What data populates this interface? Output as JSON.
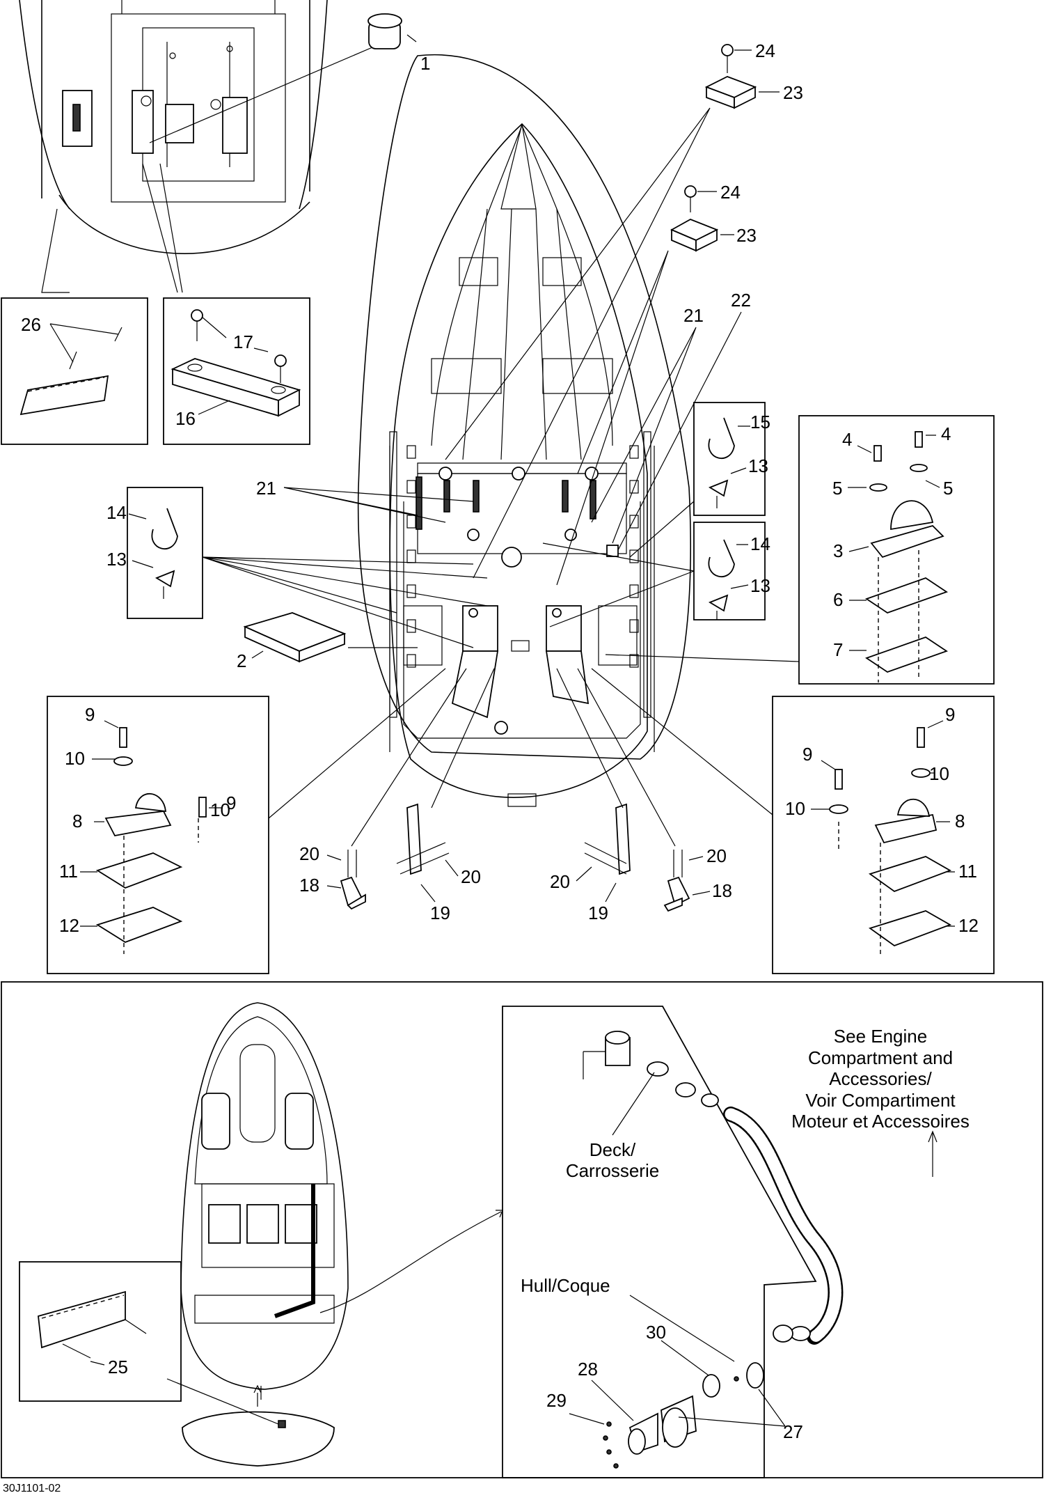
{
  "drawing_id": "30J1101-02",
  "callouts": {
    "c1": "1",
    "c2": "2",
    "c3": "3",
    "c4a": "4",
    "c4b": "4",
    "c5a": "5",
    "c5b": "5",
    "c6": "6",
    "c7": "7",
    "c8a": "8",
    "c8b": "8",
    "c9a": "9",
    "c9b": "9",
    "c9c": "9",
    "c9d": "9",
    "c10a": "10",
    "c10b": "10",
    "c10c": "10",
    "c10d": "10",
    "c11a": "11",
    "c11b": "11",
    "c12a": "12",
    "c12b": "12",
    "c13a": "13",
    "c13b": "13",
    "c13c": "13",
    "c14a": "14",
    "c14b": "14",
    "c15": "15",
    "c16": "16",
    "c17": "17",
    "c18a": "18",
    "c18b": "18",
    "c19a": "19",
    "c19b": "19",
    "c20a": "20",
    "c20b": "20",
    "c20c": "20",
    "c20d": "20",
    "c21a": "21",
    "c21b": "21",
    "c22": "22",
    "c23a": "23",
    "c23b": "23",
    "c24a": "24",
    "c24b": "24",
    "c25": "25",
    "c26": "26",
    "c27": "27",
    "c28": "28",
    "c29": "29",
    "c30": "30"
  },
  "labels": {
    "see_engine_1": "See Engine",
    "see_engine_2": "Compartment and",
    "see_engine_3": "Accessories/",
    "see_engine_4": "Voir Compartiment",
    "see_engine_5": "Moteur et Accessoires",
    "deck_1": "Deck/",
    "deck_2": "Carrosserie",
    "hull": "Hull/Coque"
  }
}
